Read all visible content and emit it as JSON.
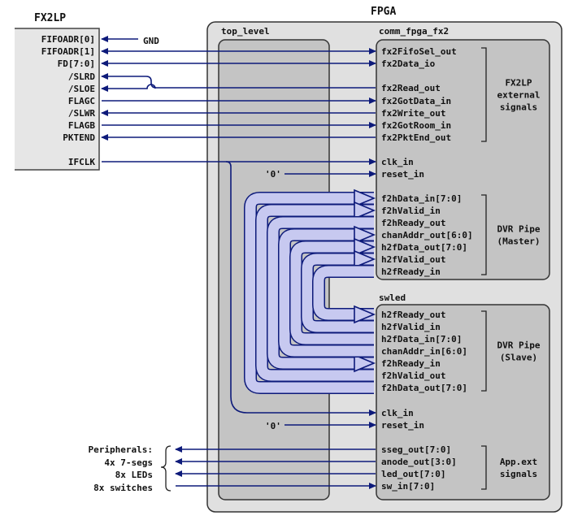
{
  "colors": {
    "wire": "#0d1a7a",
    "pipe_fill": "#c7c9f0",
    "fpga_box": "#e0e0e0",
    "module_box": "#c4c4c4",
    "fx2lp_box": "#e6e6e6"
  },
  "fx2lp": {
    "title": "FX2LP",
    "pins": [
      "FIFOADR[0]",
      "FIFOADR[1]",
      "FD[7:0]",
      "/SLRD",
      "/SLOE",
      "FLAGC",
      "/SLWR",
      "FLAGB",
      "PKTEND",
      "IFCLK"
    ],
    "gnd_label": "GND"
  },
  "fpga": {
    "title": "FPGA",
    "top_level": {
      "title": "top_level"
    }
  },
  "comm": {
    "title": "comm_fpga_fx2",
    "ports_a": [
      "fx2FifoSel_out",
      "fx2Data_io",
      "fx2Read_out",
      "fx2GotData_in",
      "fx2Write_out",
      "fx2GotRoom_in",
      "fx2PktEnd_out"
    ],
    "ports_b": [
      "clk_in",
      "reset_in"
    ],
    "ports_c": [
      "f2hData_in[7:0]",
      "f2hValid_in",
      "f2hReady_out",
      "chanAddr_out[6:0]",
      "h2fData_out[7:0]",
      "h2fValid_out",
      "h2fReady_in"
    ],
    "group_a": [
      "FX2LP",
      "external",
      "signals"
    ],
    "group_c": [
      "DVR Pipe",
      "(Master)"
    ],
    "reset_const": "'0'"
  },
  "swled": {
    "title": "swled",
    "ports_a": [
      "h2fReady_out",
      "h2fValid_in",
      "h2fData_in[7:0]",
      "chanAddr_in[6:0]",
      "f2hReady_in",
      "f2hValid_out",
      "f2hData_out[7:0]"
    ],
    "ports_b": [
      "clk_in",
      "reset_in"
    ],
    "ports_c": [
      "sseg_out[7:0]",
      "anode_out[3:0]",
      "led_out[7:0]",
      "sw_in[7:0]"
    ],
    "group_a": [
      "DVR Pipe",
      "(Slave)"
    ],
    "group_c": [
      "App.ext",
      "signals"
    ],
    "reset_const": "'0'"
  },
  "peripherals": [
    "Peripherals:",
    "4x 7-segs",
    "8x LEDs",
    "8x switches"
  ]
}
